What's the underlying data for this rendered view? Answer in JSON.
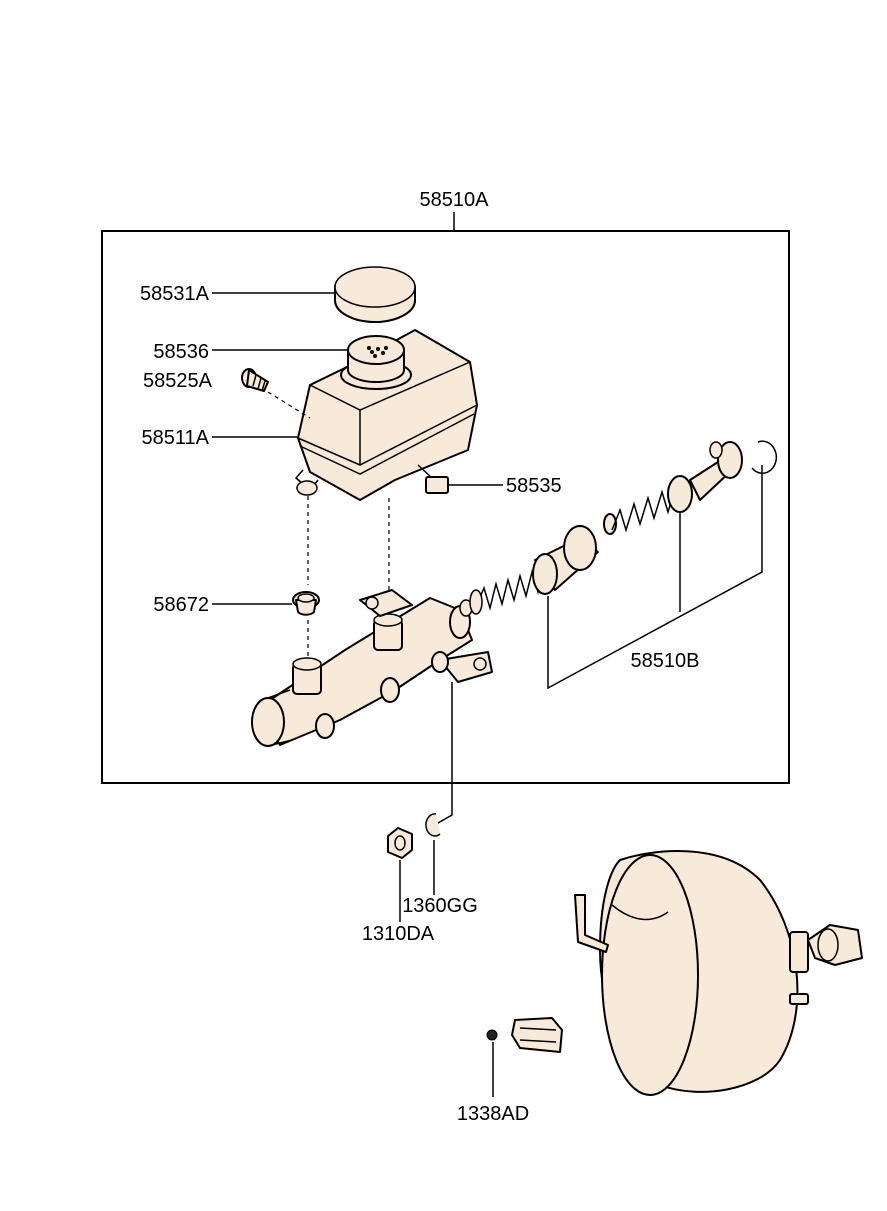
{
  "labels": {
    "assembly": "58510A",
    "reservoir_cap": "58531A",
    "strainer": "58536",
    "screw": "58525A",
    "reservoir": "58511A",
    "sensor": "58535",
    "grommet": "58672",
    "piston_kit": "58510B",
    "washer": "1360GG",
    "nut": "1310DA",
    "bracket_nut": "1338AD"
  }
}
